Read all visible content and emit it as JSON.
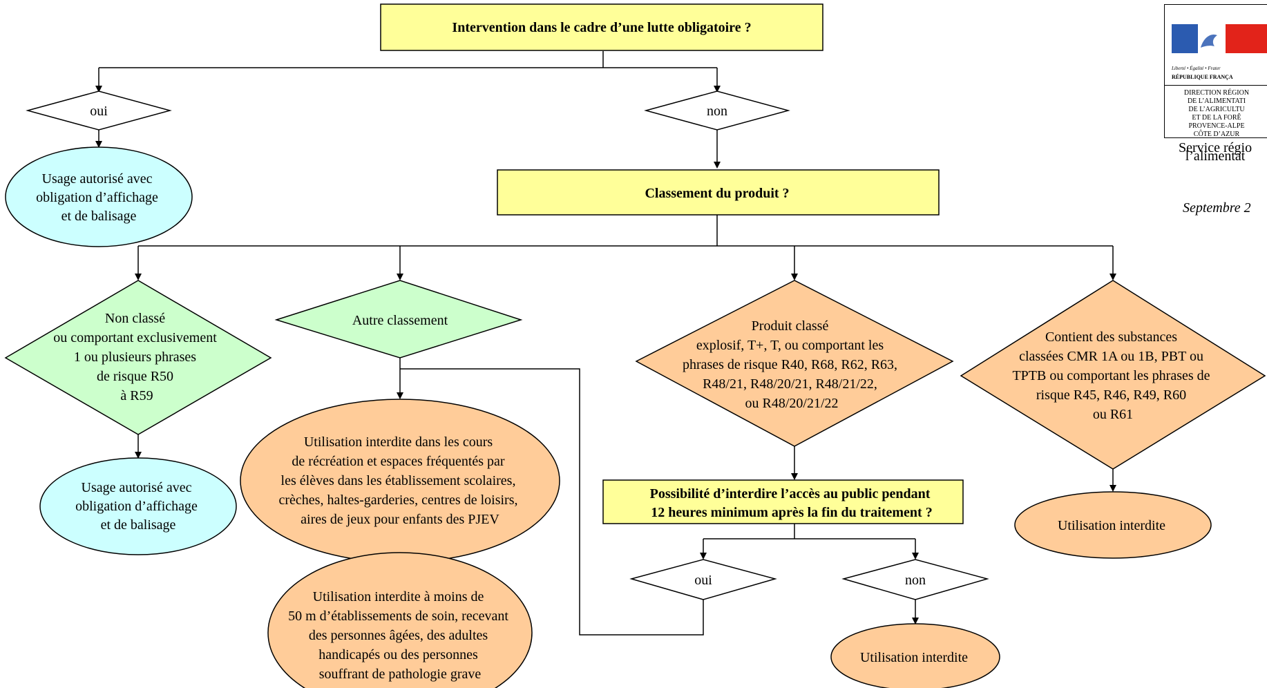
{
  "diagram": {
    "q1": "Intervention dans le cadre d’une lutte obligatoire ?",
    "q1_oui": "oui",
    "q1_non": "non",
    "res_oui": [
      "Usage autorisé avec",
      "obligation d’affichage",
      "et de balisage"
    ],
    "q2": "Classement du produit ?",
    "cat1": [
      "Non classé",
      "ou comportant exclusivement",
      "1 ou plusieurs phrases",
      "de risque R50",
      "à R59"
    ],
    "cat1_res": [
      "Usage autorisé avec",
      "obligation d’affichage",
      "et de balisage"
    ],
    "cat2": "Autre classement",
    "cat2_res1": [
      "Utilisation interdite dans les cours",
      "de récréation et espaces fréquentés par",
      "les élèves dans les établissement scolaires,",
      "crèches, haltes-garderies, centres de loisirs,",
      "aires de jeux pour enfants des PJEV"
    ],
    "cat2_res2": [
      "Utilisation interdite à moins de",
      "50 m d’établissements de soin, recevant",
      "des personnes âgées, des adultes",
      "handicapés ou des personnes",
      "souffrant de pathologie grave"
    ],
    "cat3": [
      "Produit classé",
      "explosif, T+, T, ou comportant les",
      "phrases de risque R40, R68, R62, R63,",
      "R48/21, R48/20/21, R48/21/22,",
      "ou R48/20/21/22"
    ],
    "q3": [
      "Possibilité d’interdire l’accès au public pendant",
      "12 heures minimum après la fin du traitement ?"
    ],
    "q3_oui": "oui",
    "q3_non": "non",
    "q3_non_res": "Utilisation interdite",
    "cat4": [
      "Contient des substances",
      "classées CMR 1A ou 1B, PBT ou",
      "TPTB ou comportant les phrases de",
      "risque R45, R46, R49, R60",
      "ou R61"
    ],
    "cat4_res": "Utilisation interdite"
  },
  "logo": {
    "motto": "Liberté • Égalité • Frater",
    "republic": "RÉPUBLIQUE FRANÇA",
    "direction": "DIRECTION RÉGION\nDE L’ALIMENTATI\nDE L’AGRICULTU\nET DE LA FORÊ\nPROVENCE-ALPE\nCÔTE D’AZUR"
  },
  "service": "Service régio\nl’alimentat",
  "date": "Septembre 2",
  "colors": {
    "question_fill": "#ffff99",
    "diamond_green": "#ccffcc",
    "ellipse_blue": "#ccffff",
    "orange": "#ffcc99",
    "flag_blue": "#2b5bb0",
    "flag_red": "#e2231a"
  }
}
